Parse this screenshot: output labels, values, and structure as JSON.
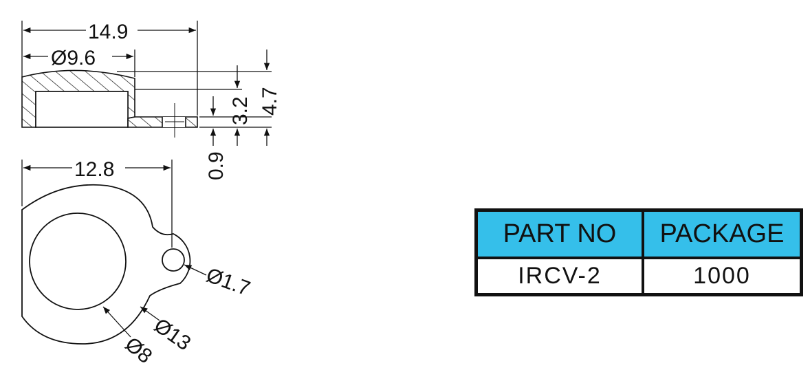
{
  "side_view": {
    "overall_width": "14.9",
    "cap_diameter": "Ø9.6",
    "height": "4.7",
    "inner_height": "3.2",
    "tab_thickness": "0.9"
  },
  "top_view": {
    "hole_offset": "12.8",
    "hole_diameter": "Ø1.7",
    "outer_diameter": "Ø13",
    "inner_diameter": "Ø8"
  },
  "table": {
    "headers": [
      "PART NO",
      "PACKAGE"
    ],
    "row": [
      "IRCV-2",
      "1000"
    ],
    "header_color": "#35bfea"
  }
}
